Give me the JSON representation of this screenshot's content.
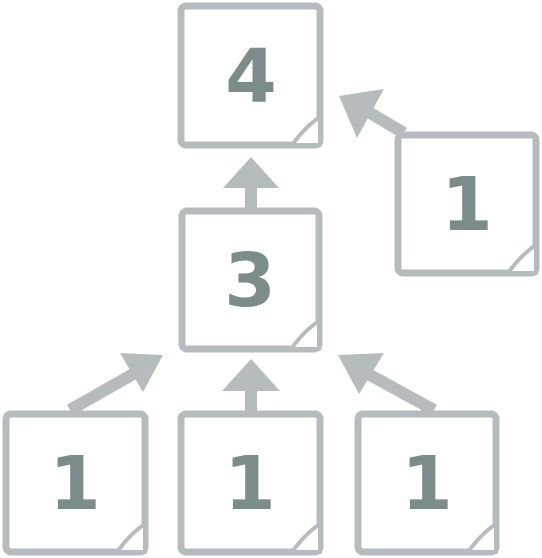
{
  "diagram": {
    "cards": [
      {
        "id": "card-top",
        "value": "4"
      },
      {
        "id": "card-middle",
        "value": "3"
      },
      {
        "id": "card-right",
        "value": "1"
      },
      {
        "id": "card-bottom-left",
        "value": "1"
      },
      {
        "id": "card-bottom-center",
        "value": "1"
      },
      {
        "id": "card-bottom-right",
        "value": "1"
      }
    ],
    "colors": {
      "stroke": "#b6bcbe",
      "number": "#7c8c8b",
      "background": "#ffffff"
    }
  }
}
